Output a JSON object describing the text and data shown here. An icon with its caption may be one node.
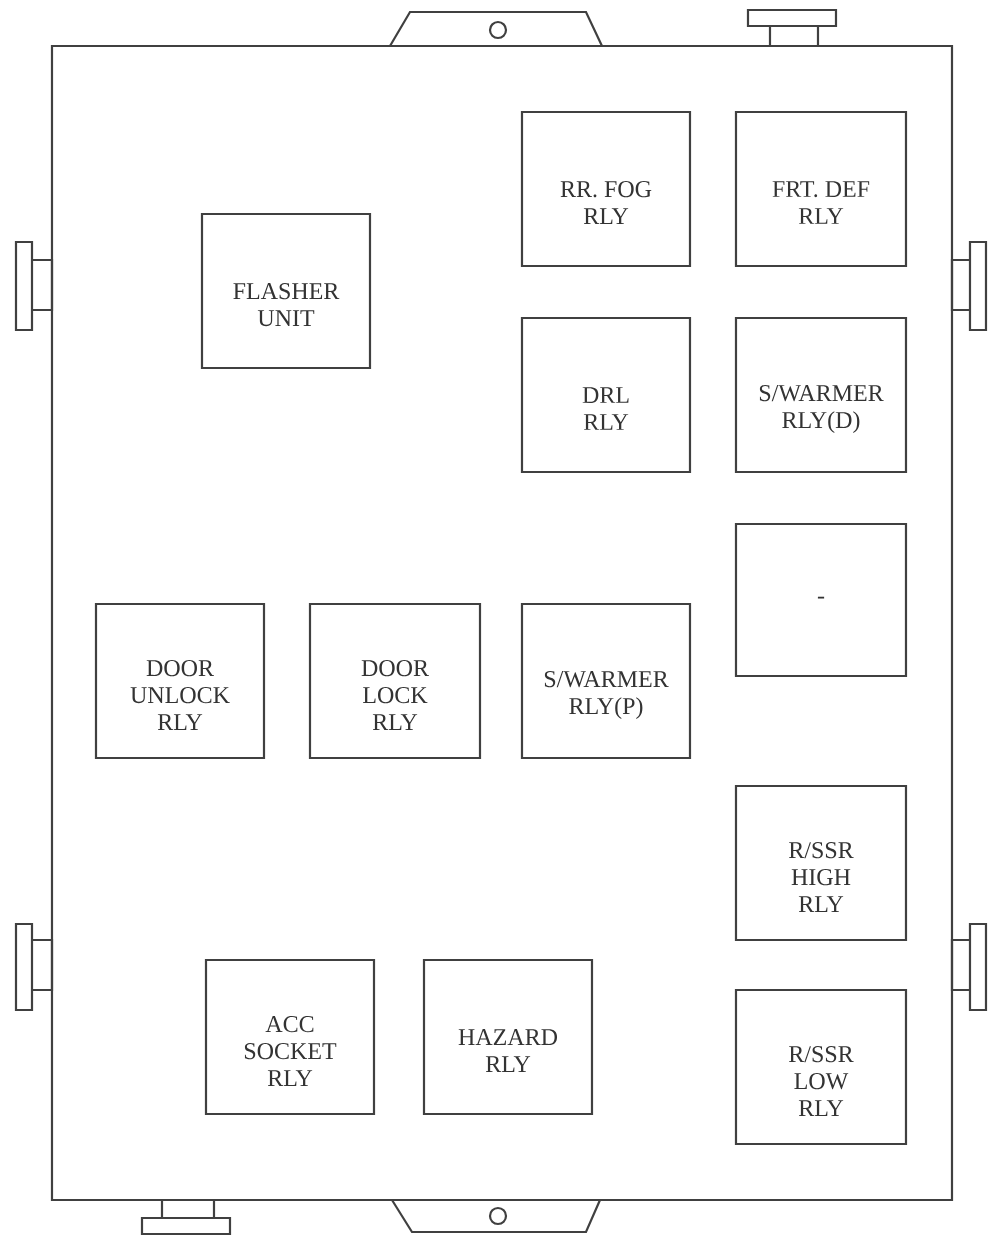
{
  "diagram": {
    "nodes": [
      {
        "text": [],
        "shape": "box"
      },
      {
        "text": [
          "RR. FOG RLY"
        ],
        "in": 0
      },
      {
        "text": [
          "FRT. DEF RLY"
        ],
        "in": 0
      },
      {
        "text": [
          "FLASHER UNIT"
        ],
        "in": 0
      },
      {
        "text": [
          "DRL RLY"
        ],
        "in": 0
      },
      {
        "text": [
          "S/WARMER RLY(D)"
        ],
        "in": 0
      },
      {
        "text": [
          "-"
        ],
        "in": 0
      },
      {
        "text": [
          "DOOR UNLOCK RLY"
        ],
        "in": 0
      },
      {
        "text": [
          "DOOR LOCK RLY"
        ],
        "in": 0
      },
      {
        "text": [
          "S/WARMER RLY(P)"
        ],
        "in": 0
      },
      {
        "text": [
          "R/SSR HIGH RLY"
        ],
        "in": 0
      },
      {
        "text": [
          "ACC SOCKET RLY"
        ],
        "in": 0
      },
      {
        "text": [
          "HAZARD RLY"
        ],
        "in": 0
      },
      {
        "text": [
          "R/SSR LOW RLY"
        ],
        "in": 0
      }
    ]
  }
}
